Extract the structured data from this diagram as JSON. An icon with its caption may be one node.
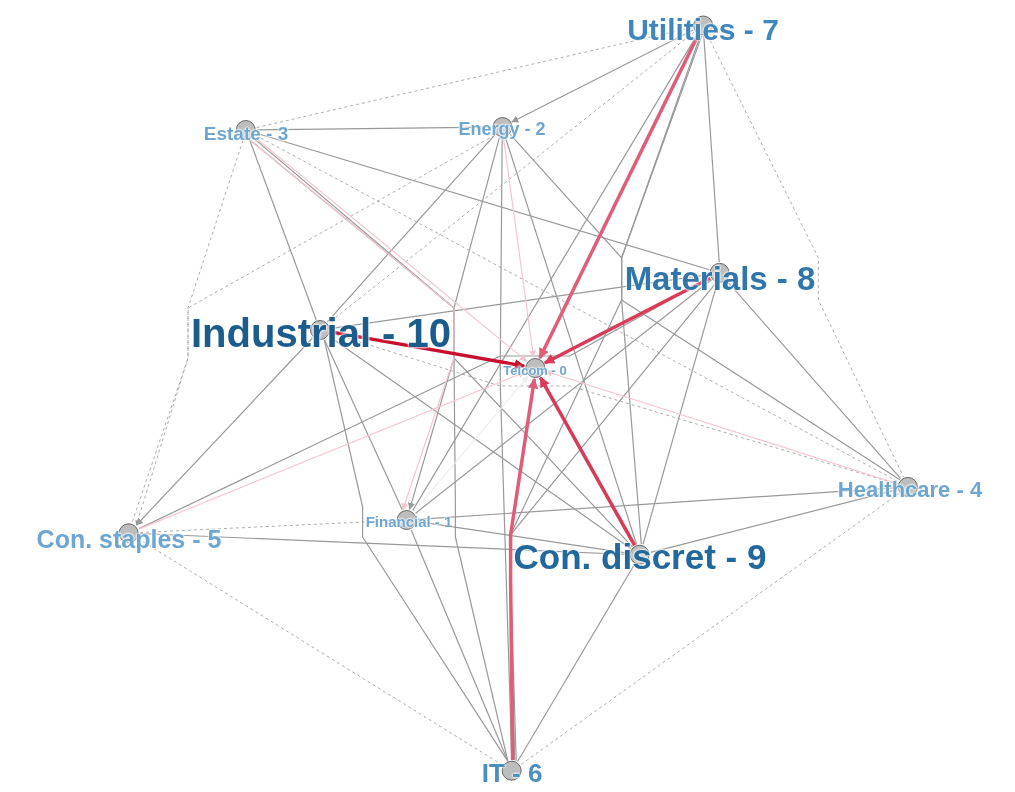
{
  "diagram": {
    "nodes": [
      {
        "text": [
          "Telcom - 0"
        ]
      },
      {
        "text": [
          "Financial - 1"
        ]
      },
      {
        "text": [
          "Energy - 2"
        ]
      },
      {
        "text": [
          "Estate - 3"
        ]
      },
      {
        "text": [
          "Healthcare - 4"
        ]
      },
      {
        "text": [
          "Con. staples - 5"
        ]
      },
      {
        "text": [
          "IT - 6"
        ]
      },
      {
        "text": [
          "Utilities - 7"
        ]
      },
      {
        "text": [
          "Materials - 8"
        ]
      },
      {
        "text": [
          "Con. discret - 9"
        ]
      },
      {
        "text": [
          "Industrial - 10"
        ]
      }
    ],
    "edges": [
      {
        "from": 7,
        "to": 2,
        "arrow": "to"
      },
      {
        "from": 7,
        "to": 3,
        "arrow": "none",
        "style": "dashed"
      },
      {
        "from": 7,
        "to": 10,
        "arrow": "none",
        "style": "dashed"
      },
      {
        "from": 7,
        "to": 8,
        "arrow": "none"
      },
      {
        "from": 7,
        "to": 9,
        "arrow": "none"
      },
      {
        "from": 7,
        "to": 4,
        "arrow": "none",
        "style": "dashed"
      },
      {
        "from": 7,
        "to": 1,
        "arrow": "none"
      },
      {
        "from": 7,
        "to": 6,
        "arrow": "none"
      },
      {
        "from": 2,
        "to": 3,
        "arrow": "none"
      },
      {
        "from": 2,
        "to": 10,
        "arrow": "none"
      },
      {
        "from": 2,
        "to": 5,
        "arrow": "to",
        "style": "dashed"
      },
      {
        "from": 2,
        "to": 1,
        "arrow": "to"
      },
      {
        "from": 2,
        "to": 9,
        "arrow": "none"
      },
      {
        "from": 2,
        "to": 4,
        "arrow": "none"
      },
      {
        "from": 2,
        "to": 6,
        "arrow": "none"
      },
      {
        "from": 3,
        "to": 5,
        "arrow": "none",
        "style": "dashed"
      },
      {
        "from": 3,
        "to": 10,
        "arrow": "none"
      },
      {
        "from": 3,
        "to": 8,
        "arrow": "none"
      },
      {
        "from": 3,
        "to": 9,
        "arrow": "none"
      },
      {
        "from": 3,
        "to": 4,
        "arrow": "none",
        "style": "dashed"
      },
      {
        "from": 3,
        "to": 6,
        "arrow": "none"
      },
      {
        "from": 10,
        "to": 8,
        "arrow": "none"
      },
      {
        "from": 10,
        "to": 1,
        "arrow": "none"
      },
      {
        "from": 10,
        "to": 6,
        "arrow": "none"
      },
      {
        "from": 10,
        "to": 9,
        "arrow": "none"
      },
      {
        "from": 10,
        "to": 4,
        "arrow": "none",
        "style": "dashed"
      },
      {
        "from": 10,
        "to": 5,
        "arrow": "to"
      },
      {
        "from": 8,
        "to": 1,
        "arrow": "none"
      },
      {
        "from": 8,
        "to": 5,
        "arrow": "none"
      },
      {
        "from": 8,
        "to": 4,
        "arrow": "none"
      },
      {
        "from": 8,
        "to": 9,
        "arrow": "none"
      },
      {
        "from": 8,
        "to": 6,
        "arrow": "none"
      },
      {
        "from": 4,
        "to": 1,
        "arrow": "none"
      },
      {
        "from": 4,
        "to": 9,
        "arrow": "none"
      },
      {
        "from": 4,
        "to": 6,
        "arrow": "none",
        "style": "dashed"
      },
      {
        "from": 5,
        "to": 1,
        "arrow": "none",
        "style": "dashed"
      },
      {
        "from": 5,
        "to": 9,
        "arrow": "none"
      },
      {
        "from": 5,
        "to": 6,
        "arrow": "none",
        "style": "dashed"
      },
      {
        "from": 1,
        "to": 6,
        "arrow": "none"
      },
      {
        "from": 1,
        "to": 9,
        "arrow": "none"
      },
      {
        "from": 9,
        "to": 6,
        "arrow": "none"
      },
      {
        "from": 1,
        "to": 0,
        "arrow": "to",
        "color": "#eeeeee"
      },
      {
        "from": 3,
        "to": 1,
        "arrow": "to",
        "color": "#f5c6cf"
      },
      {
        "from": 3,
        "to": 0,
        "arrow": "to",
        "color": "#f5c6cf"
      },
      {
        "from": 2,
        "to": 0,
        "arrow": "to",
        "color": "#f5c6cf"
      },
      {
        "from": 5,
        "to": 0,
        "arrow": "to",
        "color": "#f5c6cf"
      },
      {
        "from": 4,
        "to": 0,
        "arrow": "to",
        "color": "#f5c6cf"
      },
      {
        "from": 7,
        "to": 0,
        "arrow": "to",
        "style": "thick",
        "color": "#e05d78"
      },
      {
        "from": 8,
        "to": 0,
        "arrow": "to",
        "style": "thick",
        "color": "#d93a58"
      },
      {
        "from": 9,
        "to": 0,
        "arrow": "to",
        "style": "thick",
        "color": "#d93a58"
      },
      {
        "from": 6,
        "to": 0,
        "arrow": "to",
        "style": "thick",
        "color": "#e05d78"
      },
      {
        "from": 10,
        "to": 0,
        "arrow": "to",
        "style": "thick",
        "color": "#c8102e"
      }
    ]
  }
}
